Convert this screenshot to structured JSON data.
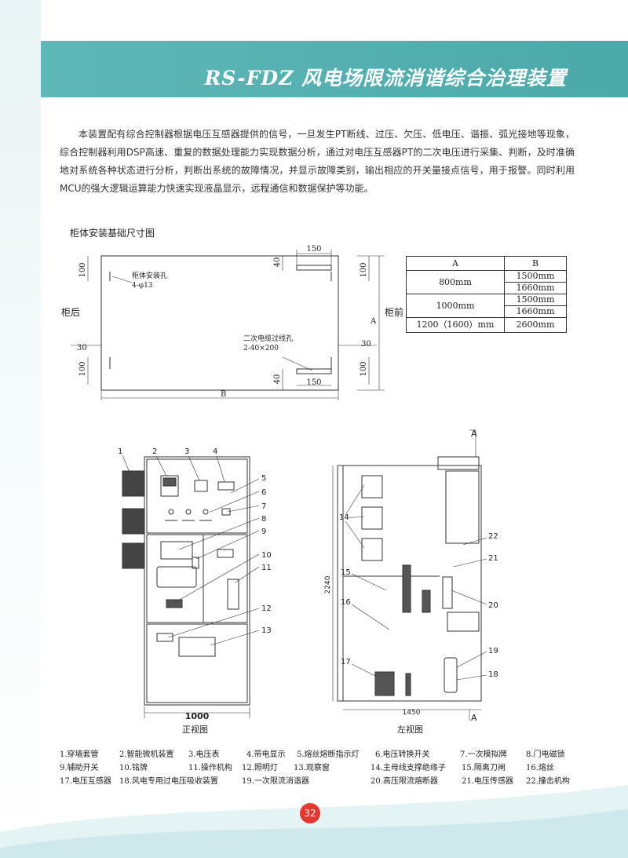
{
  "header": {
    "title": "RS-FDZ 风电场限流消谐综合治理装置"
  },
  "intro": {
    "text": "本装置配有综合控制器根据电压互感器提供的信号，一旦发生PT断线、过压、欠压、低电压、谐振、弧光接地等现象，综合控制器利用DSP高速、重复的数据处理能力实现数据分析，通过对电压互感器PT的二次电压进行采集、判断，及时准确地对系统各种状态进行分析，判断出系统的故障情况，并显示故障类别，输出相应的开关量接点信号，用于报警。同时利用MCU的强大逻辑运算能力快速实现液晶显示，远程通信和数据保护等功能。"
  },
  "foundation": {
    "title": "柜体安装基础尺寸图",
    "labels": {
      "rear": "柜后",
      "front": "柜前",
      "hole_label": "柜体安装孔",
      "hole_spec": "4-φ13",
      "cable_label": "二次电缆过线孔",
      "cable_spec": "2-40×200",
      "dim_150_top": "150",
      "dim_150_bottom": "150",
      "dim_100_tl": "100",
      "dim_100_bl": "100",
      "dim_40_t": "40",
      "dim_40_b": "40",
      "dim_100_tr": "100",
      "dim_100_br": "100",
      "dim_30_l": "30",
      "dim_30_r": "30",
      "dim_A": "A",
      "dim_B": "B"
    },
    "table": {
      "headers": [
        "A",
        "B"
      ],
      "rows": [
        {
          "a": "800mm",
          "b1": "1500mm",
          "b2": "1660mm"
        },
        {
          "a": "1000mm",
          "b1": "1500mm",
          "b2": "1660mm"
        },
        {
          "a": "1200（1600）mm",
          "b": "2600mm"
        }
      ]
    }
  },
  "views": {
    "front_caption": "正视图",
    "side_caption": "左视图",
    "front_width": "1000",
    "side_width": "1450",
    "side_height": "2240",
    "section_mark": "A",
    "front_callouts": [
      "1",
      "2",
      "3",
      "4",
      "5",
      "6",
      "7",
      "8",
      "9",
      "10",
      "11",
      "12",
      "13"
    ],
    "side_callouts": [
      "14",
      "15",
      "16",
      "17",
      "18",
      "19",
      "20",
      "21",
      "22"
    ]
  },
  "legend": {
    "rows": [
      [
        "1.穿墙套管",
        "2.智能微机装置",
        "3.电压表",
        "4.带电显示",
        "5.熔丝熔断指示灯",
        "6.电压转换开关",
        "7.一次模拟牌",
        "8.门电磁锁"
      ],
      [
        "9.辅助开关",
        "10.铭牌",
        "11.操作机构",
        "12.照明灯",
        "13.观察窗",
        "14.主母线支撑绝缘子",
        "15.隔离刀闸",
        "16.熔丝"
      ],
      [
        "17.电压互感器",
        "18.风电专用过电压吸收装置",
        "19.一次限流消谐器",
        "20.高压限流熔断器",
        "21.电压传感器",
        "22.撞击机构"
      ]
    ]
  },
  "page": {
    "number": "32"
  },
  "colors": {
    "header_band": "#4aa9a9",
    "page_badge": "#e2382f",
    "line": "#333333"
  }
}
